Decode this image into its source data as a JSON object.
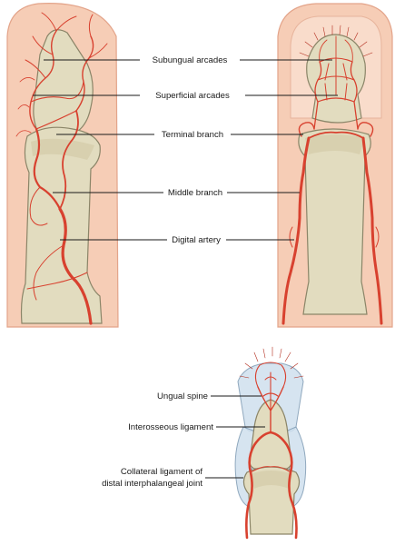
{
  "labels": {
    "subungual_arcades": "Subungual arcades",
    "superficial_arcades": "Superficial arcades",
    "terminal_branch": "Terminal branch",
    "middle_branch": "Middle branch",
    "digital_artery": "Digital artery",
    "ungual_spine": "Ungual spine",
    "interosseous_ligament": "Interosseous ligament",
    "collateral_ligament_line1": "Collateral ligament of",
    "collateral_ligament_line2": "distal interphalangeal joint"
  },
  "colors": {
    "artery": "#d8412f",
    "bone": "#e2dcbf",
    "skin": "#f6cdb6",
    "ligament": "#cfe0ee",
    "leader_line": "#1a1a1a"
  }
}
